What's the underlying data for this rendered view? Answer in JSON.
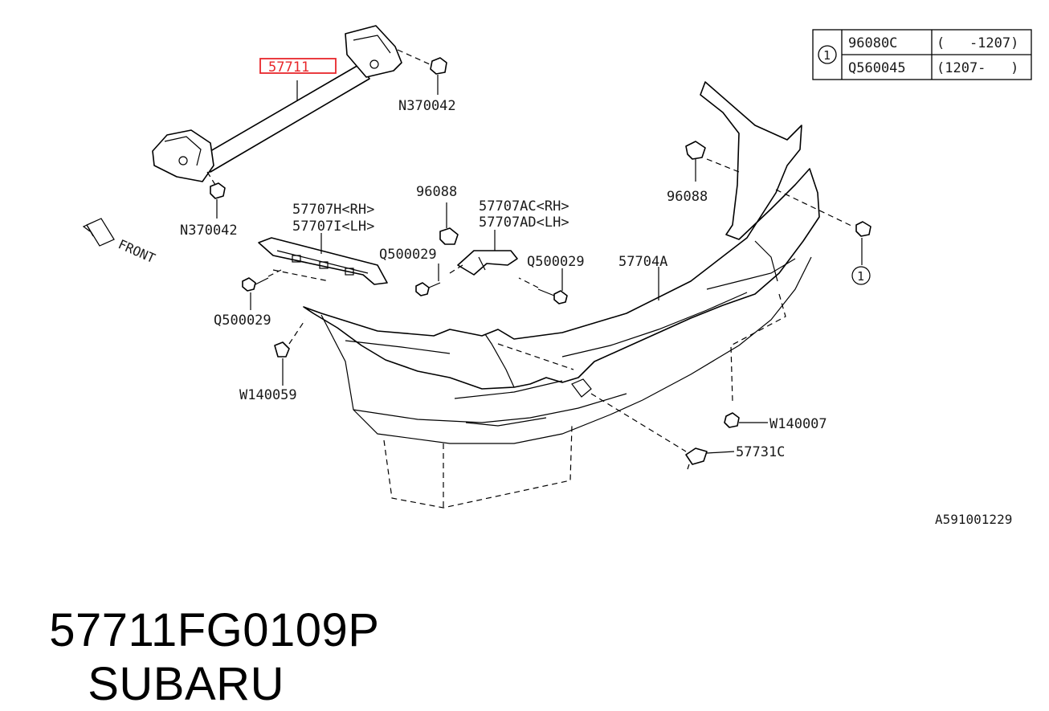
{
  "table": {
    "ref": "1",
    "rows": [
      {
        "part": "96080C",
        "range": "(   -1207)"
      },
      {
        "part": "Q560045",
        "range": "(1207-   )"
      }
    ]
  },
  "labels": {
    "highlight": "57711",
    "n370042_top": "N370042",
    "n370042_left": "N370042",
    "front": "FRONT",
    "p96088_mid": "96088",
    "p96088_right": "96088",
    "p57707h": "57707H<RH>",
    "p57707i": "57707I<LH>",
    "p57707ac": "57707AC<RH>",
    "p57707ad": "57707AD<LH>",
    "q500029_a": "Q500029",
    "q500029_b": "Q500029",
    "q500029_c": "Q500029",
    "p57704a": "57704A",
    "w140059": "W140059",
    "w140007": "W140007",
    "p57731c": "57731C",
    "ref_callout": "1",
    "diagram_code": "A591001229"
  },
  "caption": {
    "part_number": "57711FG0109P",
    "brand": "SUBARU"
  },
  "colors": {
    "highlight": "#e8272b"
  }
}
